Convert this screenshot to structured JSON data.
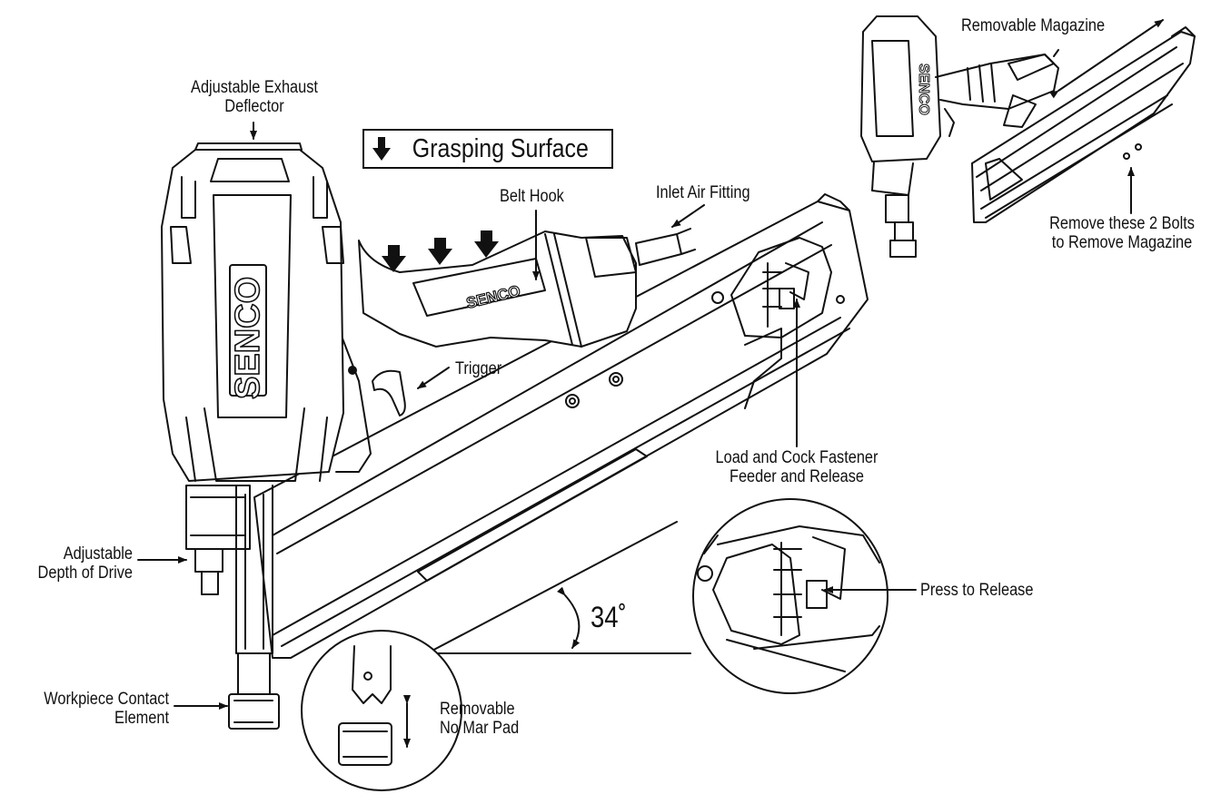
{
  "brand": "SENCO",
  "header": {
    "grasping_surface": "Grasping Surface",
    "arrow_icon": "down-arrow-icon"
  },
  "labels": {
    "exhaust_line1": "Adjustable Exhaust",
    "exhaust_line2": "Deflector",
    "belt_hook": "Belt Hook",
    "inlet_air": "Inlet Air Fitting",
    "trigger": "Trigger",
    "depth_line1": "Adjustable",
    "depth_line2": "Depth of Drive",
    "workpiece_line1": "Workpiece Contact",
    "workpiece_line2": "Element",
    "nomar_line1": "Removable",
    "nomar_line2": "No Mar Pad",
    "load_line1": "Load and Cock Fastener",
    "load_line2": "Feeder and Release",
    "press_release": "Press to Release",
    "removable_mag": "Removable Magazine",
    "bolts_line1": "Remove these 2 Bolts",
    "bolts_line2": "to Remove Magazine"
  },
  "angle": "34˚",
  "colors": {
    "ink": "#111111",
    "background": "#ffffff"
  }
}
